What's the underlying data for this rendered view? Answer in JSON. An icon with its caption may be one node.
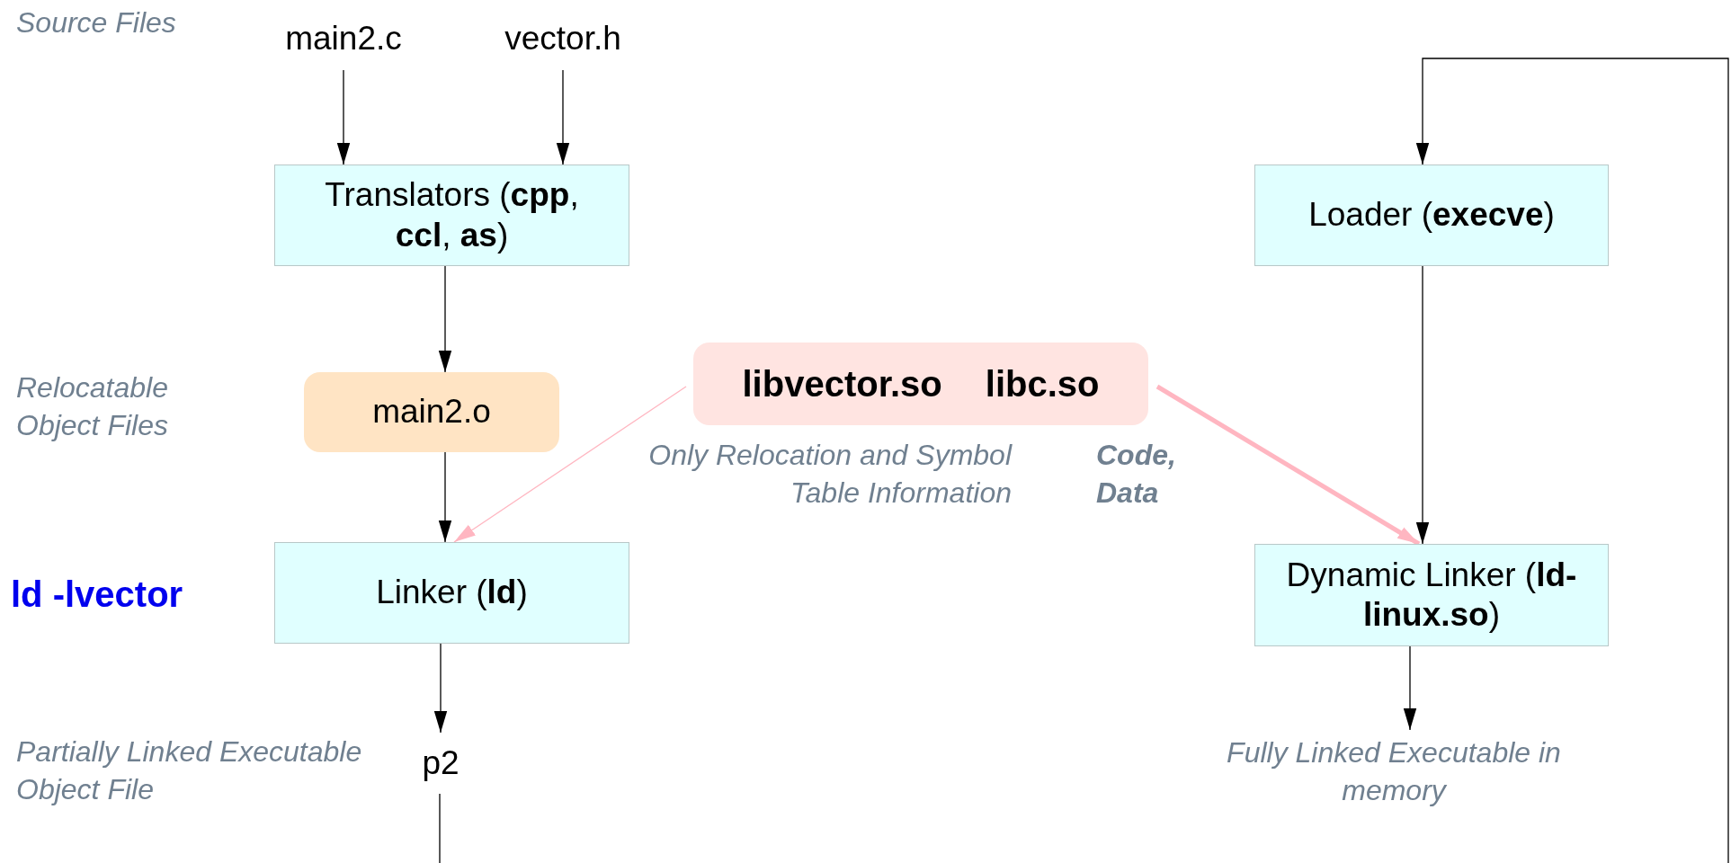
{
  "diagram": {
    "nodes": [
      {
        "text": [
          "main2.c"
        ]
      },
      {
        "text": [
          "vector.h"
        ]
      },
      {
        "text": [
          "Translators (**cpp**, **ccl**, **as**)"
        ]
      },
      {
        "text": [
          "Loader (**execve**)"
        ]
      },
      {
        "text": [
          "main2.o"
        ]
      },
      {
        "text": [
          "libvector.so",
          "libc.so"
        ]
      },
      {
        "text": [
          "Linker (**ld**)"
        ]
      },
      {
        "text": [
          "Dynamic Linker (**ld-linux.so**)"
        ]
      },
      {
        "text": [
          "p2"
        ]
      },
      {
        "text": [
          "Fully Linked Executable in memory"
        ]
      }
    ],
    "edges": [
      {
        "from": 0,
        "to": 2,
        "arrow": "to"
      },
      {
        "from": 1,
        "to": 2,
        "arrow": "to"
      },
      {
        "from": 2,
        "to": 4,
        "arrow": "to"
      },
      {
        "from": 4,
        "to": 6,
        "arrow": "to"
      },
      {
        "from": 5,
        "to": 6,
        "arrow": "to",
        "color": "#ffb6c1"
      },
      {
        "from": 5,
        "to": 7,
        "arrow": "to",
        "style": "thick",
        "color": "#ffb6c1"
      },
      {
        "from": 3,
        "to": 7,
        "arrow": "to"
      },
      {
        "from": 6,
        "to": 8,
        "arrow": "to"
      },
      {
        "from": 7,
        "to": 9,
        "arrow": "to"
      },
      {
        "from": 8,
        "to": 3,
        "arrow": "to"
      }
    ],
    "labels": [
      "Source Files",
      "Relocatable Object Files",
      "Only Relocation and Symbol Table Information",
      "Code, Data",
      "ld -lvector",
      "Partially Linked Executable Object File"
    ]
  }
}
